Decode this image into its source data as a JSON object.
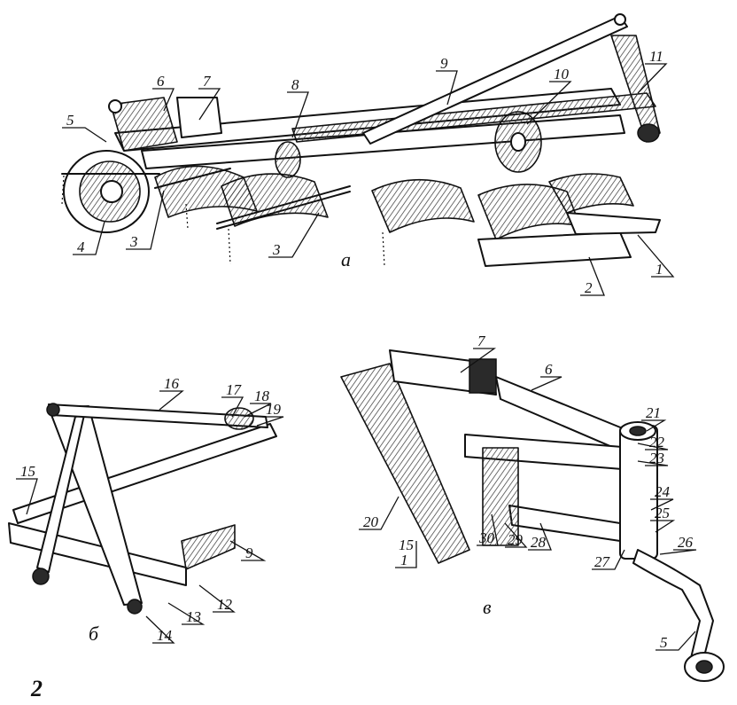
{
  "figure_number": "2",
  "sub_labels": {
    "a": "а",
    "b": "б",
    "v": "в"
  },
  "callouts_a": [
    "1",
    "2",
    "3",
    "3",
    "4",
    "5",
    "6",
    "7",
    "8",
    "9",
    "10",
    "11"
  ],
  "callouts_b": [
    "9",
    "12",
    "13",
    "14",
    "15",
    "16",
    "17",
    "18",
    "19"
  ],
  "callouts_v": [
    "1",
    "5",
    "6",
    "7",
    "15",
    "20",
    "21",
    "22",
    "23",
    "24",
    "25",
    "26",
    "27",
    "28",
    "29",
    "30"
  ]
}
